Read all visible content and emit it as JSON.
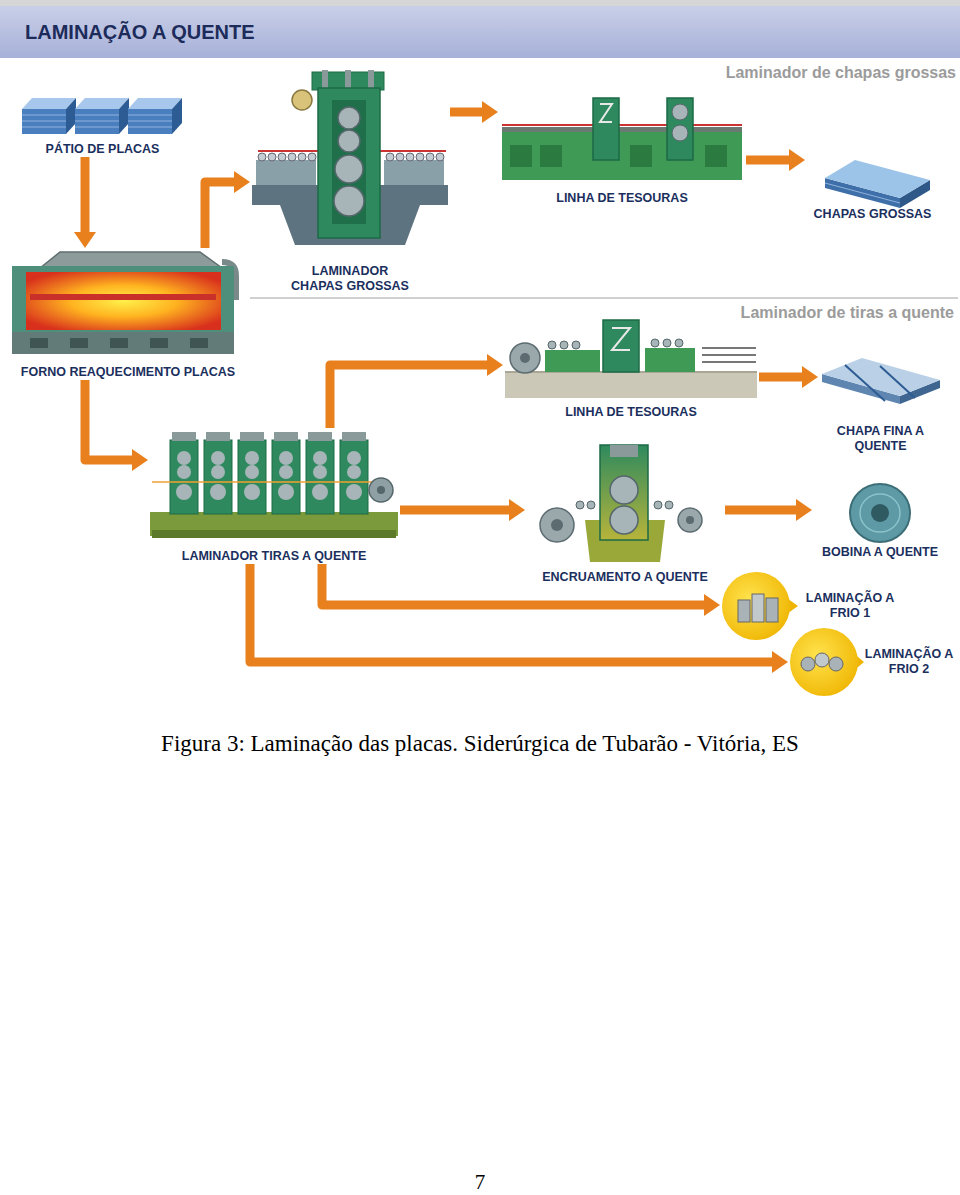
{
  "diagram": {
    "title": "LAMINAÇÃO A QUENTE",
    "caption": "Figura 3: Laminação das placas. Siderúrgica de Tubarão - Vitória, ES",
    "nodes": [
      {
        "text": [
          "PÁTIO DE PLACAS"
        ]
      },
      {
        "text": [
          "LAMINADOR CHAPAS GROSSAS"
        ]
      },
      {
        "text": [
          "LINHA DE TESOURAS"
        ]
      },
      {
        "text": [
          "CHAPAS GROSSAS"
        ]
      },
      {
        "text": [
          "FORNO REAQUECIMENTO PLACAS"
        ]
      },
      {
        "text": [
          "LINHA DE TESOURAS"
        ]
      },
      {
        "text": [
          "CHAPA FINA A QUENTE"
        ]
      },
      {
        "text": [
          "LAMINADOR TIRAS A QUENTE"
        ]
      },
      {
        "text": [
          "ENCRUAMENTO A QUENTE"
        ]
      },
      {
        "text": [
          "BOBINA A QUENTE"
        ]
      },
      {
        "text": [
          "LAMINAÇÃO A FRIO 1"
        ]
      },
      {
        "text": [
          "LAMINAÇÃO A FRIO 2"
        ]
      }
    ],
    "edges": [
      {
        "from": 0,
        "to": 4,
        "arrow": "to"
      },
      {
        "from": 4,
        "to": 1,
        "arrow": "to"
      },
      {
        "from": 1,
        "to": 2,
        "arrow": "to"
      },
      {
        "from": 2,
        "to": 3,
        "arrow": "to"
      },
      {
        "from": 4,
        "to": 7,
        "arrow": "to"
      },
      {
        "from": 7,
        "to": 5,
        "arrow": "to"
      },
      {
        "from": 5,
        "to": 6,
        "arrow": "to"
      },
      {
        "from": 7,
        "to": 8,
        "arrow": "to"
      },
      {
        "from": 8,
        "to": 9,
        "arrow": "to"
      },
      {
        "from": 7,
        "to": 10,
        "arrow": "to"
      },
      {
        "from": 7,
        "to": 11,
        "arrow": "to"
      }
    ],
    "labels": [
      "Laminador de chapas grossas",
      "Laminador de tiras a quente",
      "7"
    ]
  }
}
